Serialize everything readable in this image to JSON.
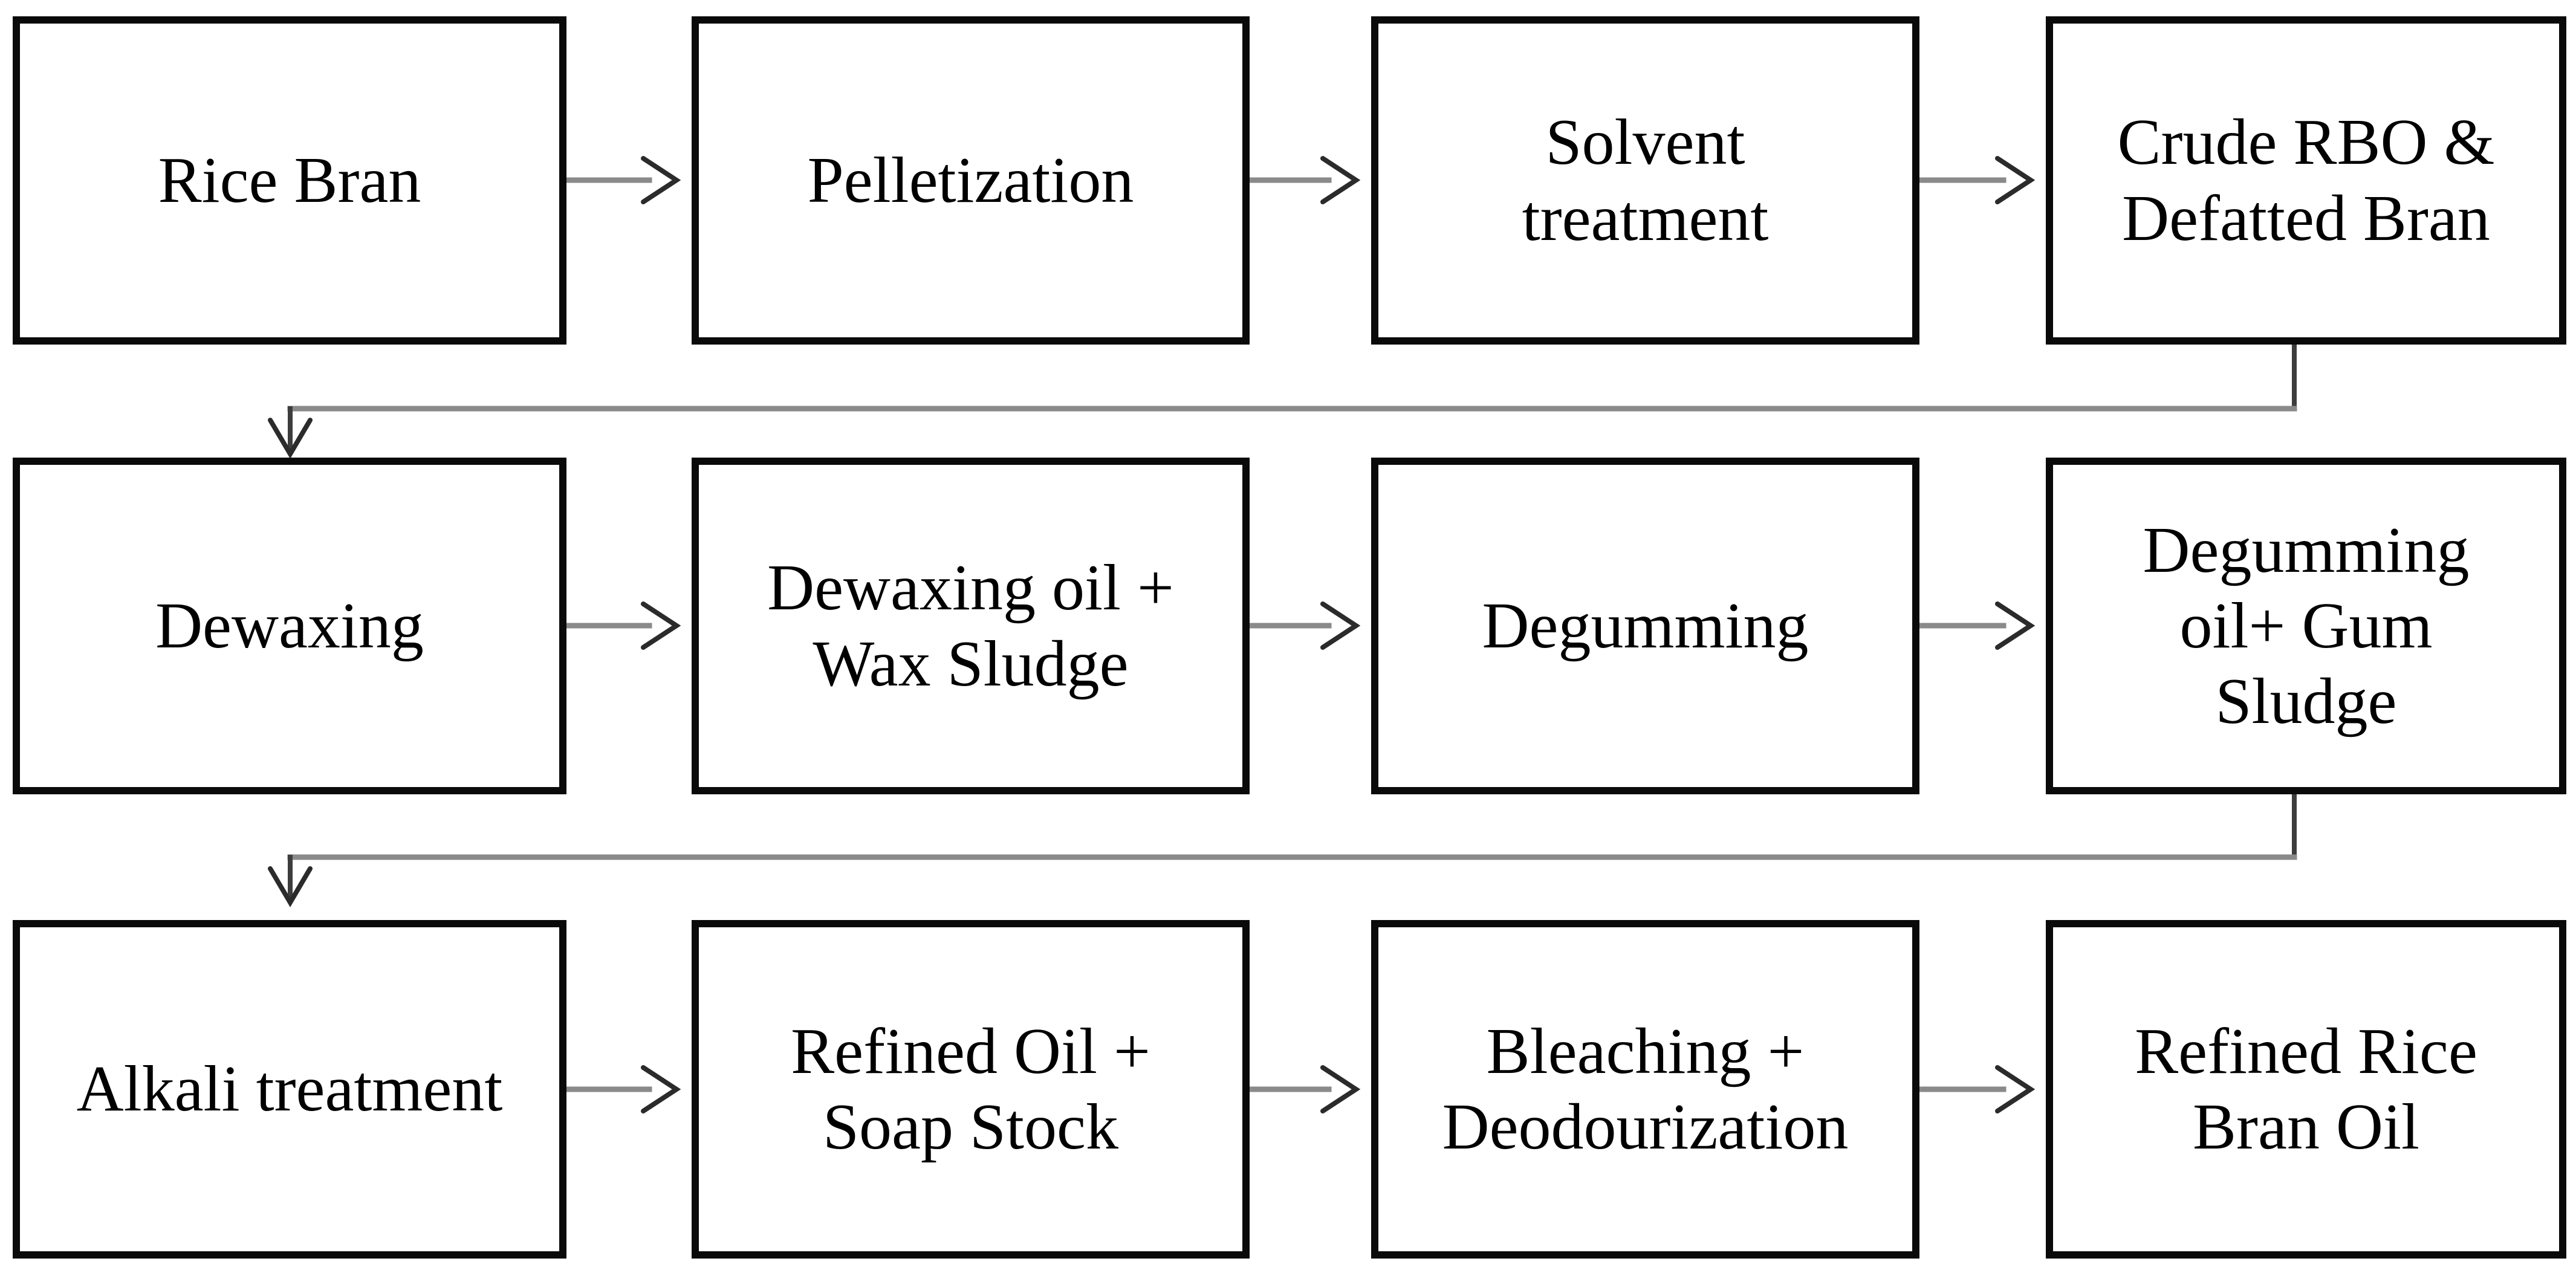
{
  "flowchart": {
    "rows": [
      {
        "boxes": [
          {
            "label": "Rice Bran"
          },
          {
            "label": "Pelletization"
          },
          {
            "label": "Solvent\ntreatment"
          },
          {
            "label": "Crude RBO &\nDefatted Bran"
          }
        ]
      },
      {
        "boxes": [
          {
            "label": "Dewaxing"
          },
          {
            "label": "Dewaxing oil +\nWax Sludge"
          },
          {
            "label": "Degumming"
          },
          {
            "label": "Degumming\noil+ Gum\nSludge"
          }
        ]
      },
      {
        "boxes": [
          {
            "label": "Alkali treatment"
          },
          {
            "label": "Refined Oil +\nSoap Stock"
          },
          {
            "label": "Bleaching +\nDeodourization"
          },
          {
            "label": "Refined Rice\nBran Oil"
          }
        ]
      }
    ],
    "icons": {
      "right_arrow": "→",
      "down_arrow": "↓"
    },
    "colors": {
      "box_border": "#0a0a0a",
      "arrow_shaft": "#8a8a8a",
      "arrow_head": "#2b2b2b",
      "elbow_stub": "#3d3d3d",
      "text": "#000000",
      "background": "#ffffff"
    }
  }
}
